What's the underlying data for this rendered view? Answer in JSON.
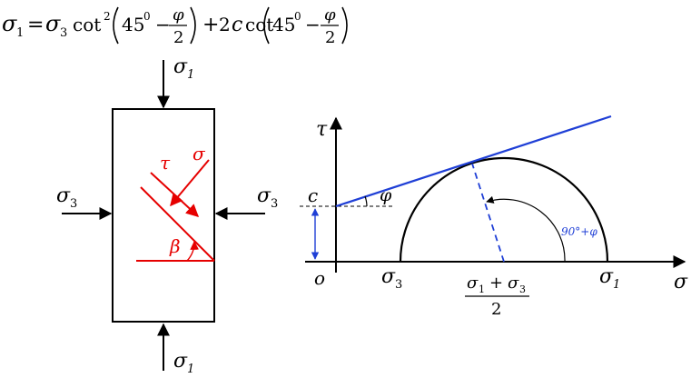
{
  "formula": {
    "lhs_symbol": "σ",
    "lhs_sub": "1",
    "equals": "=",
    "term1_symbol": "σ",
    "term1_sub": "3",
    "cot1": "cot",
    "cot1_exp": "2",
    "angle1_value": "45",
    "angle1_deg": "0",
    "minus1": "−",
    "phi1": "φ",
    "den1": "2",
    "plus": "+",
    "coef": "2",
    "c_symbol": "c",
    "cot2": "cot",
    "angle2_value": "45",
    "angle2_deg": "0",
    "minus2": "−",
    "phi2": "φ",
    "den2": "2"
  },
  "element": {
    "sigma1_top_symbol": "σ",
    "sigma1_top_sub": "1",
    "sigma1_bottom_symbol": "σ",
    "sigma1_bottom_sub": "1",
    "sigma3_left_symbol": "σ",
    "sigma3_left_sub": "3",
    "sigma3_right_symbol": "σ",
    "sigma3_right_sub": "3",
    "plane_tau": "τ",
    "plane_sigma": "σ",
    "plane_beta": "β"
  },
  "mohr": {
    "tau_axis_label": "τ",
    "sigma_axis_label": "σ",
    "origin_label": "o",
    "c_label": "c",
    "phi_label": "φ",
    "sigma3_symbol": "σ",
    "sigma3_sub": "3",
    "sigma1_symbol": "σ",
    "sigma1_sub": "1",
    "center_num_s1": "σ",
    "center_num_s1_sub": "1",
    "center_num_plus": "+",
    "center_num_s3": "σ",
    "center_num_s3_sub": "3",
    "center_den": "2",
    "angle_label": "90°+φ"
  },
  "colors": {
    "stress_plane": "#e60000",
    "envelope": "#1f3fd6",
    "ink": "#000000"
  }
}
